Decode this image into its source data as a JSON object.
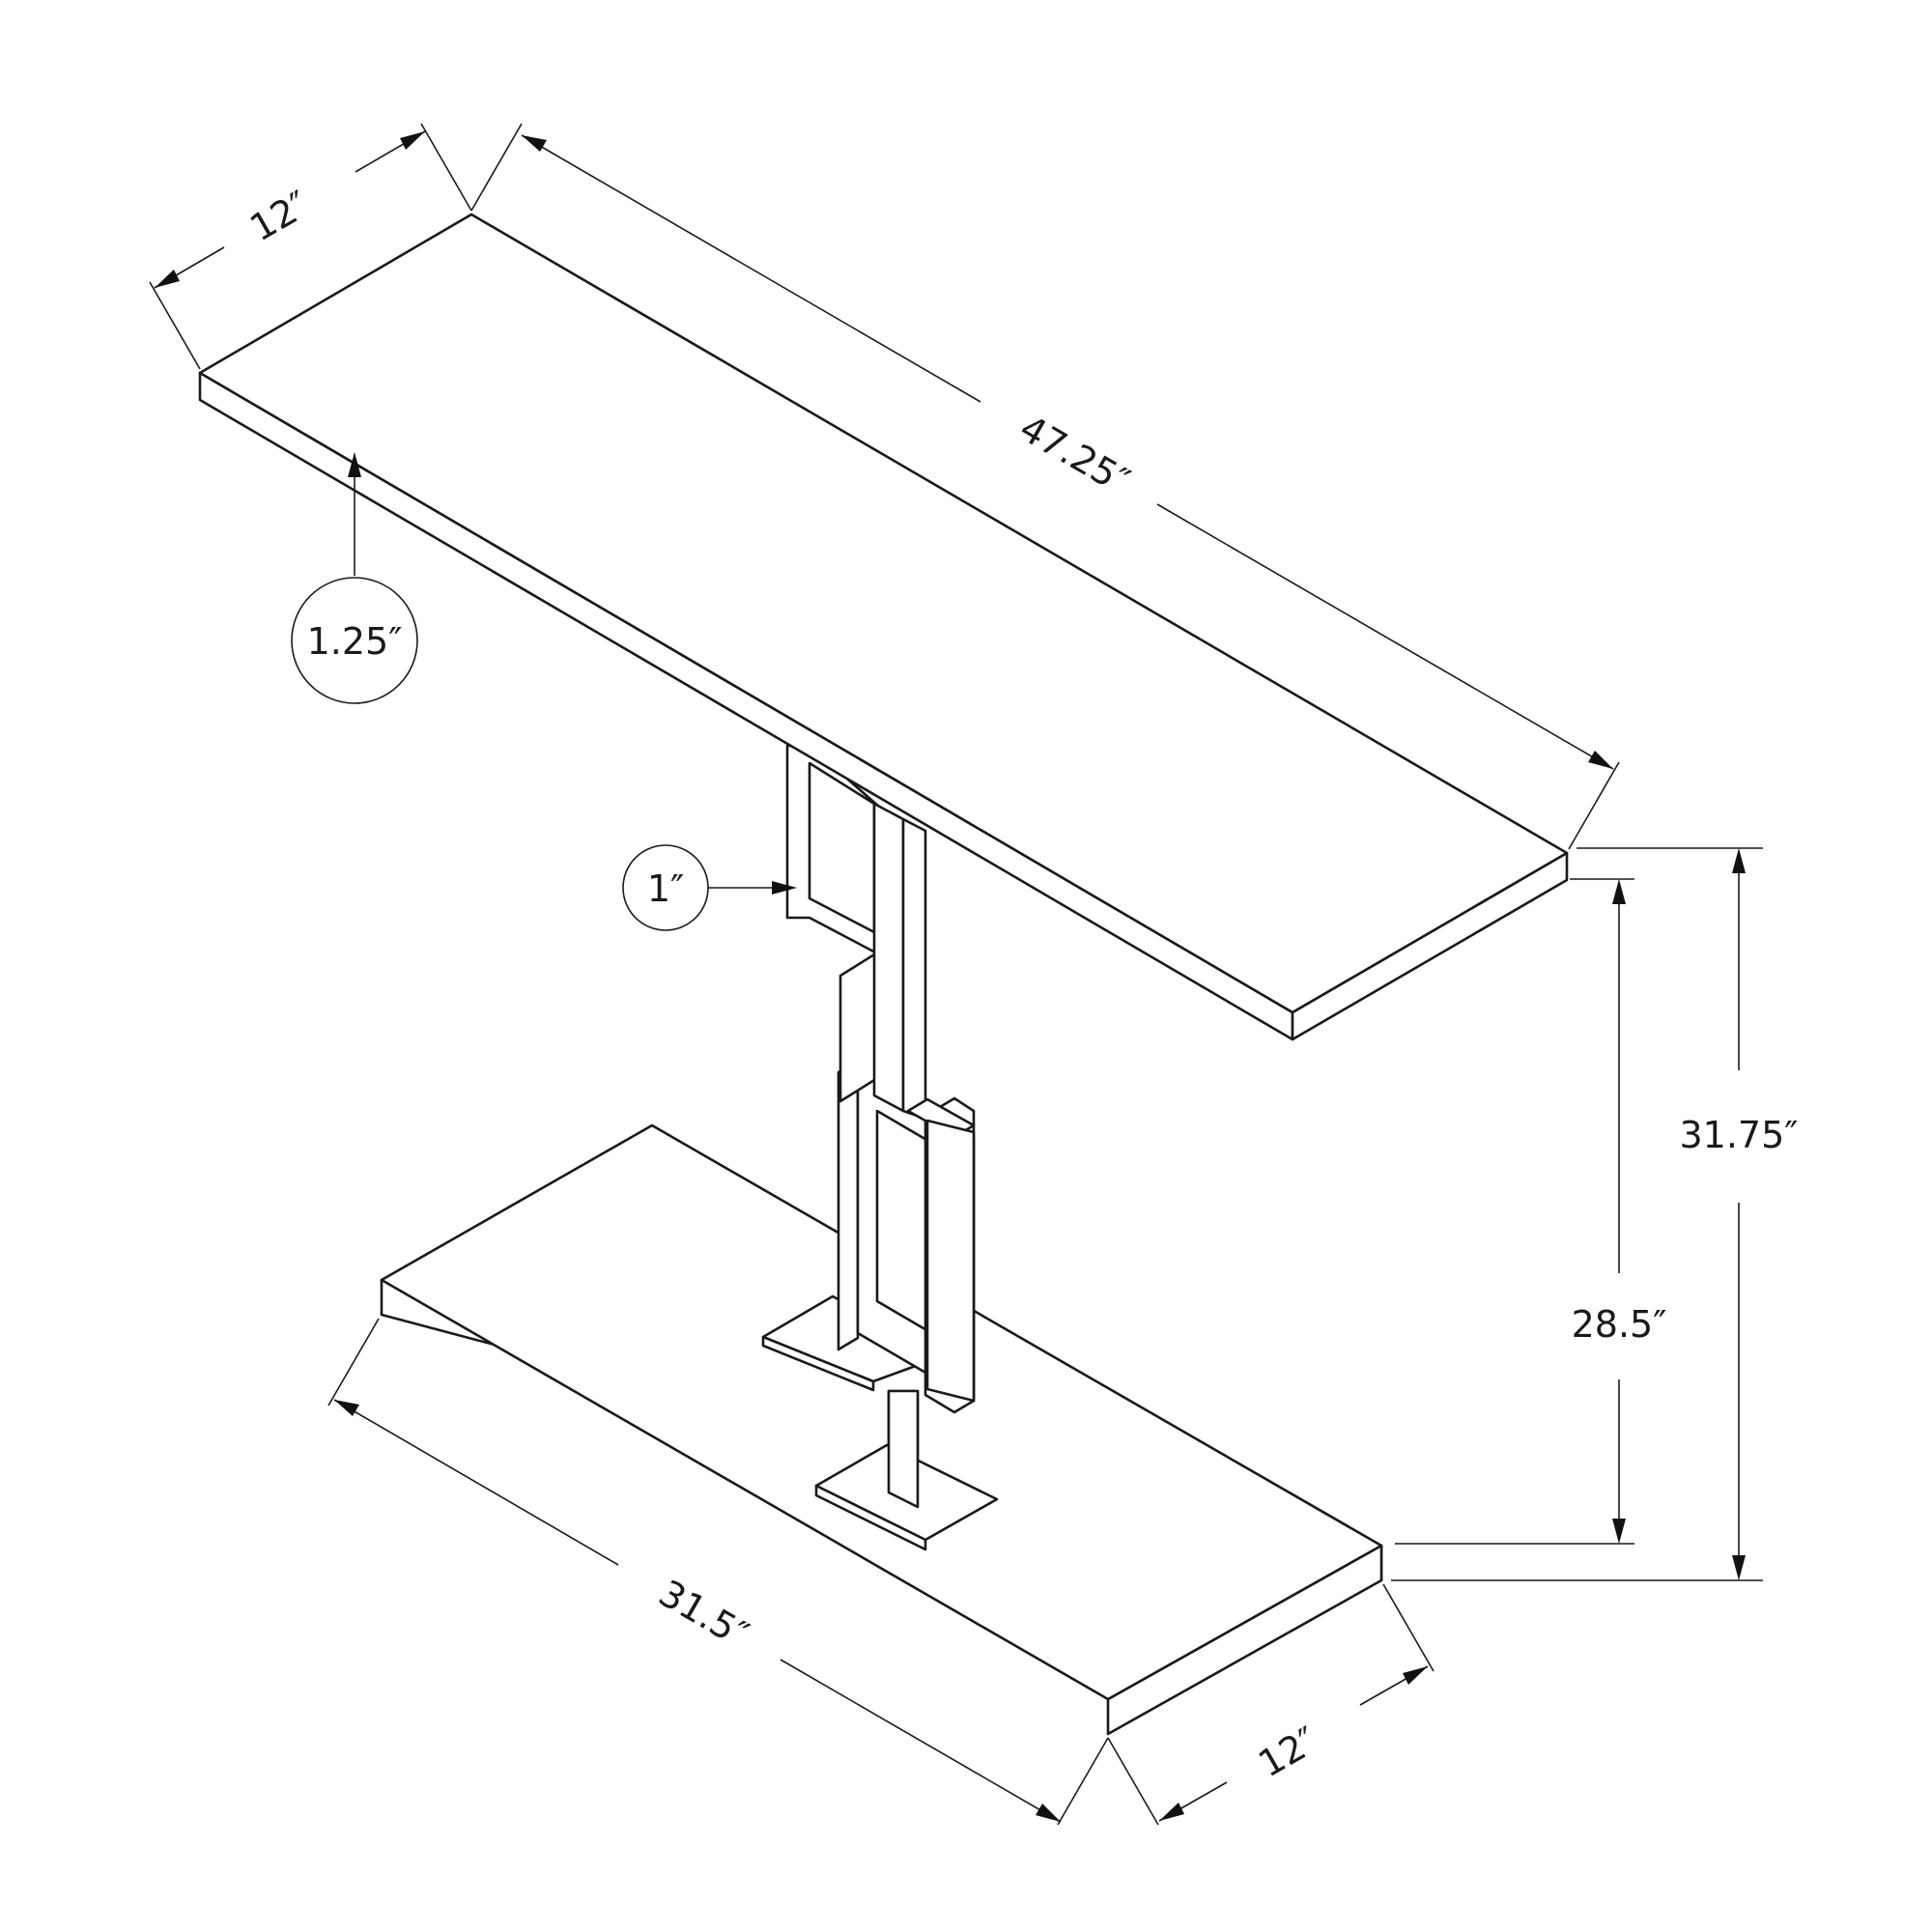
{
  "diagram": {
    "dimensions": {
      "top_depth": "12″",
      "top_length": "47.25″",
      "top_thickness": "1.25″",
      "frame_thickness": "1″",
      "overall_height": "31.75″",
      "inner_height": "28.5″",
      "base_length": "31.5″",
      "base_depth": "12″"
    },
    "colors": {
      "line": "#1a1a1a",
      "background": "#ffffff"
    }
  }
}
